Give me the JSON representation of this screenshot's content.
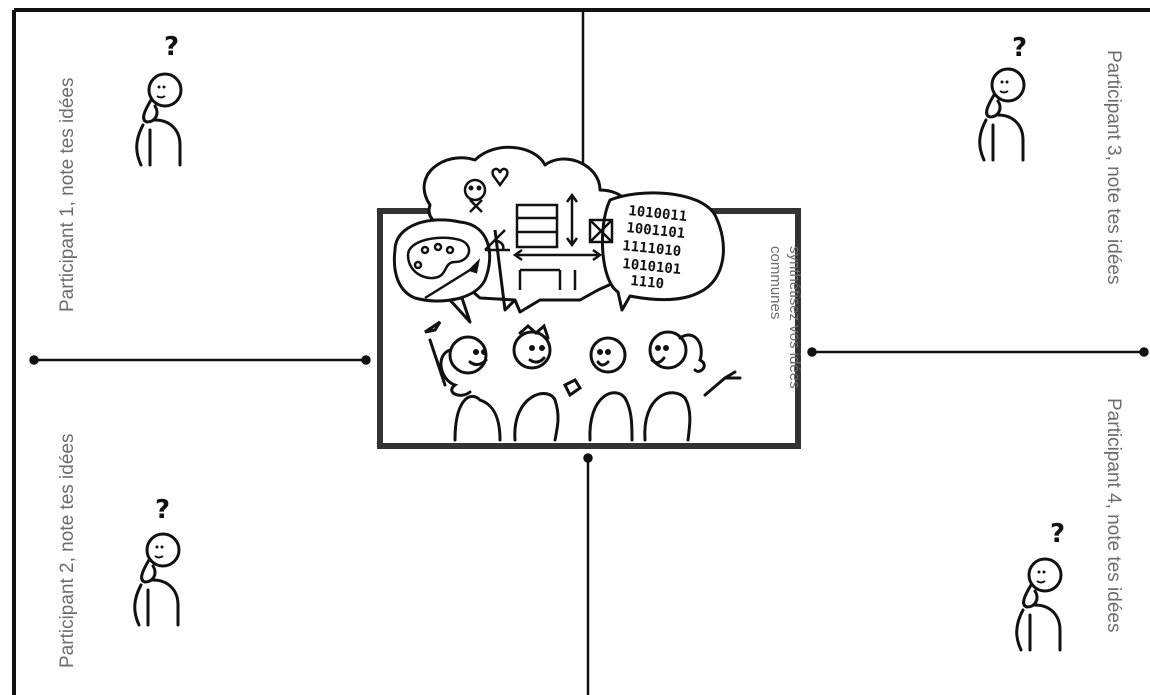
{
  "participants": {
    "p1": "Participant 1, note tes idées",
    "p2": "Participant 2, note tes idées",
    "p3": "Participant 3, note tes idées",
    "p4": "Participant 4, note tes idées"
  },
  "center": {
    "synthesis_line1": "synthétisez vos idées",
    "synthesis_line2": "communes"
  },
  "thinking_mark": "?",
  "bubble_binary": [
    "1010011",
    "1001101",
    "1111010",
    "1010101",
    "1110"
  ]
}
